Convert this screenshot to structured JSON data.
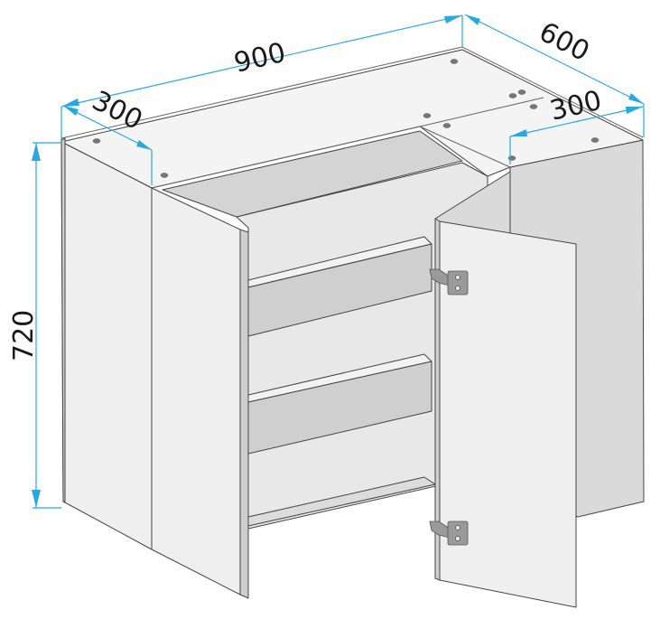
{
  "dimensions": {
    "width": "900",
    "depth": "600",
    "height": "720",
    "left_return": "300",
    "right_return": "300"
  },
  "colors": {
    "dimension_line": "#29a8e0",
    "panel_front": "#efefef",
    "panel_side": "#dadada",
    "panel_top": "#f4f4f4",
    "interior_back": "#e8e8e8",
    "shelf_underside": "#cfcfcf",
    "outline": "#444444",
    "hinge": "#9a9a9a"
  }
}
